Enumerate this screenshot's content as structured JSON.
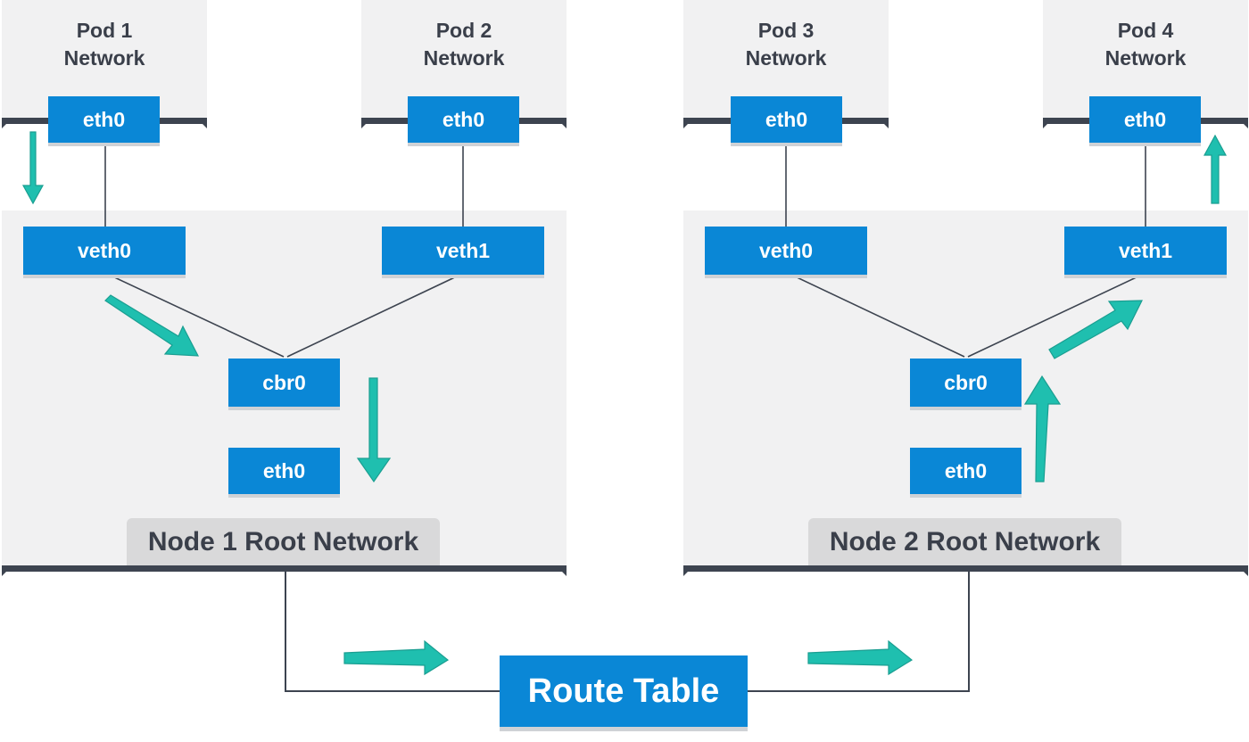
{
  "diagram": {
    "pods": [
      {
        "title": "Pod 1\nNetwork",
        "iface": "eth0"
      },
      {
        "title": "Pod 2\nNetwork",
        "iface": "eth0"
      },
      {
        "title": "Pod 3\nNetwork",
        "iface": "eth0"
      },
      {
        "title": "Pod 4\nNetwork",
        "iface": "eth0"
      }
    ],
    "nodes": [
      {
        "label": "Node 1 Root Network",
        "veth_left": "veth0",
        "veth_right": "veth1",
        "bridge": "cbr0",
        "iface": "eth0"
      },
      {
        "label": "Node 2 Root Network",
        "veth_left": "veth0",
        "veth_right": "veth1",
        "bridge": "cbr0",
        "iface": "eth0"
      }
    ],
    "route_table": "Route Table",
    "colors": {
      "interface_box": "#0a87d6",
      "panel_bg": "#f1f1f2",
      "panel_edge": "#3d4450",
      "flow_arrow": "#1fbfaf",
      "line": "#3d4450"
    }
  }
}
